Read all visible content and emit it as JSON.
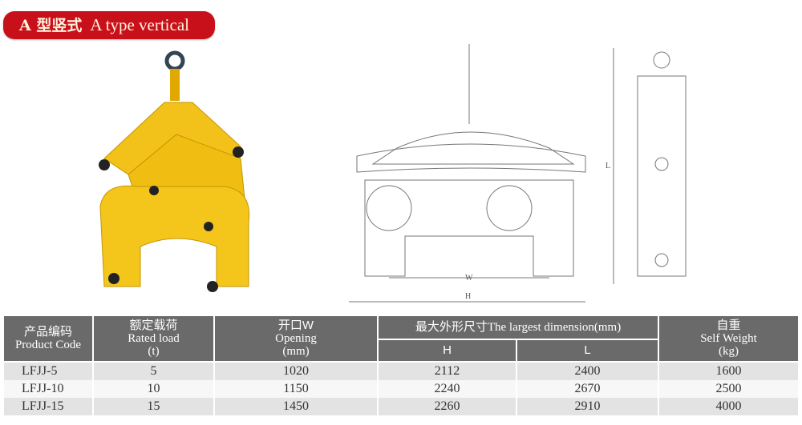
{
  "banner": {
    "cn": "A 型竖式",
    "en": "A type vertical"
  },
  "drawing": {
    "w_label": "W",
    "h_label": "H",
    "l_label": "L"
  },
  "table": {
    "headers": {
      "code_cn": "产品编码",
      "code_en": "Product Code",
      "load_cn": "额定载荷",
      "load_en": "Rated load",
      "load_unit": "(t)",
      "open_cn": "开口W",
      "open_en": "Opening",
      "open_unit": "(mm)",
      "dim_label": "最大外形尺寸The largest dimension(mm)",
      "dim_h": "H",
      "dim_l": "L",
      "weight_cn": "自重",
      "weight_en": "Self Weight",
      "weight_unit": "(kg)"
    },
    "rows": [
      {
        "code": "LFJJ-5",
        "load": "5",
        "opening": "1020",
        "h": "2112",
        "l": "2400",
        "weight": "1600"
      },
      {
        "code": "LFJJ-10",
        "load": "10",
        "opening": "1150",
        "h": "2240",
        "l": "2670",
        "weight": "2500"
      },
      {
        "code": "LFJJ-15",
        "load": "15",
        "opening": "1450",
        "h": "2260",
        "l": "2910",
        "weight": "4000"
      }
    ]
  },
  "colors": {
    "banner": "#c8101b",
    "header": "#6a6a6a",
    "clamp": "#f2c21a"
  }
}
